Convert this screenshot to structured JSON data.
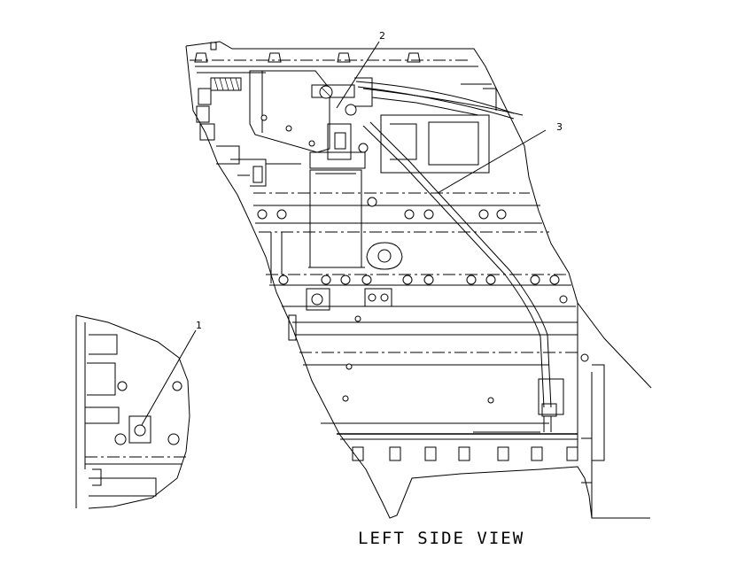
{
  "view_title": "LEFT SIDE VIEW",
  "callouts": [
    {
      "label": "1",
      "name": "callout-1"
    },
    {
      "label": "2",
      "name": "callout-2"
    },
    {
      "label": "3",
      "name": "callout-3"
    }
  ]
}
